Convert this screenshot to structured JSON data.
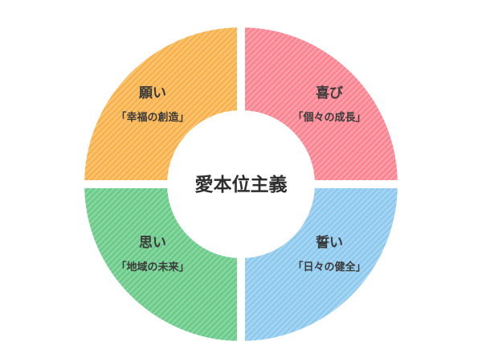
{
  "center": {
    "text": "愛本位主義",
    "fill": "#ffffff"
  },
  "quadrants": [
    {
      "key": "top_left",
      "title": "願い",
      "subtitle": "「幸福の創造」",
      "color": "#f8b14f",
      "stripe": "#fbc774"
    },
    {
      "key": "top_right",
      "title": "喜び",
      "subtitle": "「個々の成長」",
      "color": "#f98592",
      "stripe": "#fba3ad"
    },
    {
      "key": "bottom_left",
      "title": "思い",
      "subtitle": "「地域の未来」",
      "color": "#6bcb8a",
      "stripe": "#8ed8a5"
    },
    {
      "key": "bottom_right",
      "title": "誓い",
      "subtitle": "「日々の健全」",
      "color": "#8ec9ee",
      "stripe": "#aad7f3"
    }
  ]
}
